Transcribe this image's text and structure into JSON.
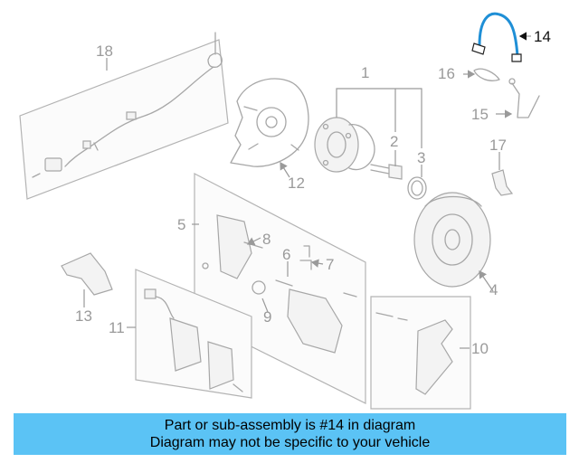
{
  "diagram": {
    "highlight_color": "#1f8fd6",
    "callouts": [
      "1",
      "2",
      "3",
      "4",
      "5",
      "6",
      "7",
      "8",
      "9",
      "10",
      "11",
      "12",
      "13",
      "14",
      "15",
      "16",
      "17",
      "18"
    ],
    "highlighted_part": "14"
  },
  "banner": {
    "line1": "Part or sub-assembly is #14 in diagram",
    "line2": "Diagram may not be specific to your vehicle",
    "background": "#5bc3f5"
  }
}
